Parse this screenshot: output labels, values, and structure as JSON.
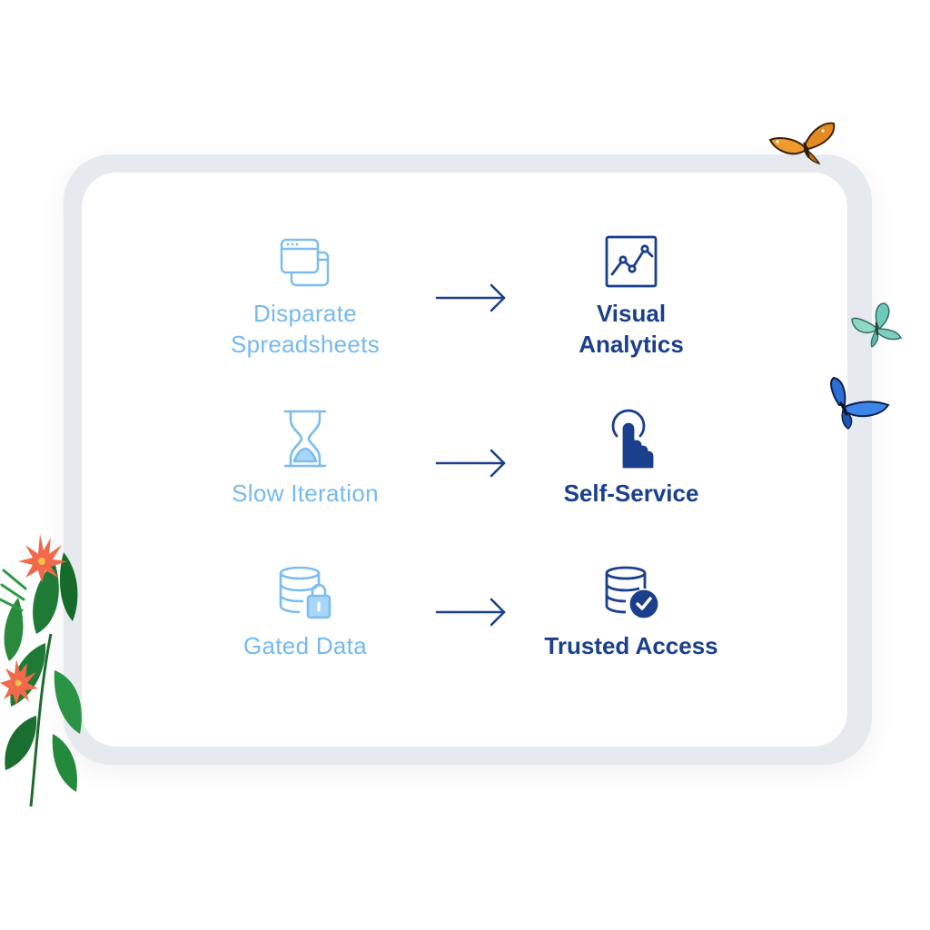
{
  "colors": {
    "muted_text": "#76b9ee",
    "muted_icon": "#7bbdf0",
    "strong_text": "#1a3f8c",
    "strong_icon": "#1a3f8c",
    "arrow": "#1a3f8c",
    "frame": "#e6e9ee"
  },
  "rows": [
    {
      "from": {
        "icon": "windows-icon",
        "label_line1": "Disparate",
        "label_line2": "Spreadsheets"
      },
      "to": {
        "icon": "line-chart-icon",
        "label_line1": "Visual",
        "label_line2": "Analytics"
      }
    },
    {
      "from": {
        "icon": "hourglass-icon",
        "label": "Slow Iteration"
      },
      "to": {
        "icon": "pointer-hand-icon",
        "label": "Self-Service"
      }
    },
    {
      "from": {
        "icon": "database-lock-icon",
        "label": "Gated Data"
      },
      "to": {
        "icon": "database-check-icon",
        "label": "Trusted Access"
      }
    }
  ],
  "decorations": [
    "orange-butterfly-icon",
    "teal-butterfly-icon",
    "blue-butterfly-icon",
    "tropical-plant-icon"
  ]
}
